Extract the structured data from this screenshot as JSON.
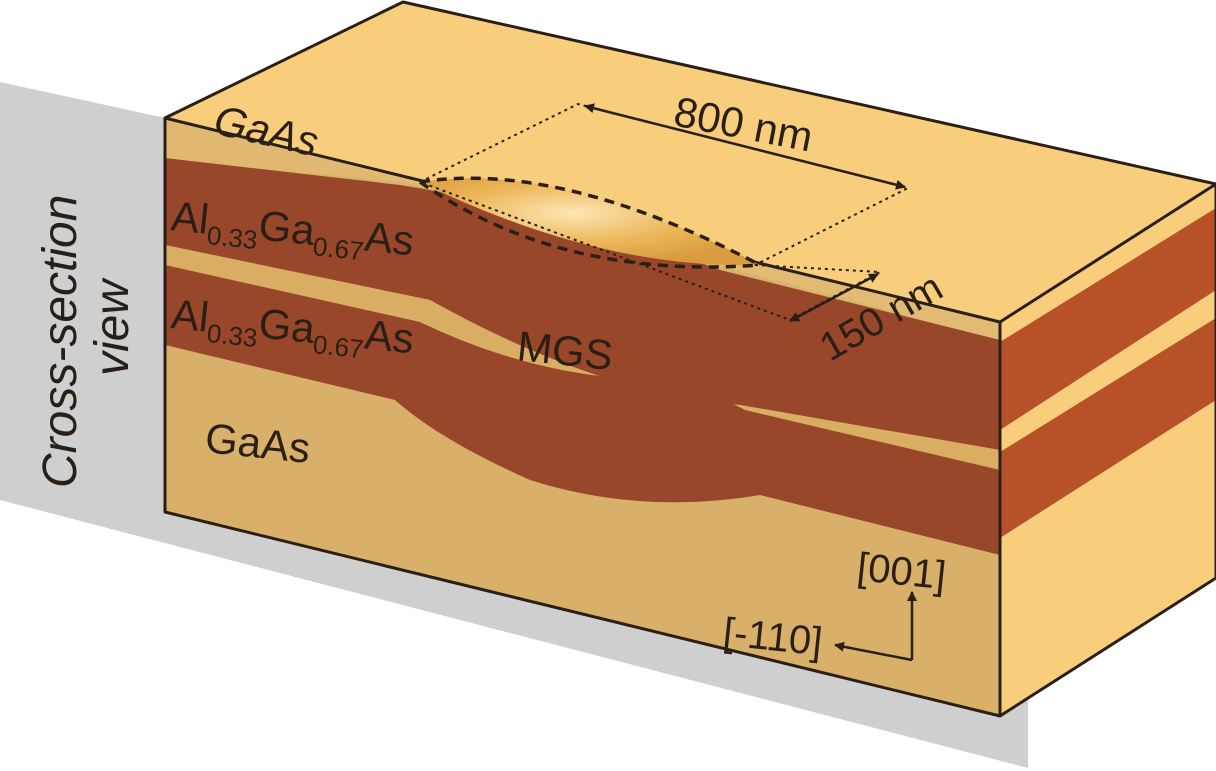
{
  "labels": {
    "top_layer": "GaAs",
    "algaas_upper": {
      "base1": "Al",
      "sub1": "0.33",
      "base2": "Ga",
      "sub2": "0.67",
      "base3": "As"
    },
    "algaas_lower": {
      "base1": "Al",
      "sub1": "0.33",
      "base2": "Ga",
      "sub2": "0.67",
      "base3": "As"
    },
    "mgs": "MGS",
    "substrate": "GaAs",
    "cross_section": "Cross-section",
    "view": "view",
    "length_dim": "800 nm",
    "width_dim": "150 nm",
    "dir_vertical": "[001]",
    "dir_horizontal": "[-110]"
  },
  "colors": {
    "gaas_top": "#F8CD7C",
    "gaas_front": "#D9AE62",
    "algaas_front": "#98472A",
    "algaas_side": "#B75127",
    "side_light": "#F8CD7C",
    "cross_plane": "#CFCFCF",
    "outline": "#2a1f16"
  }
}
